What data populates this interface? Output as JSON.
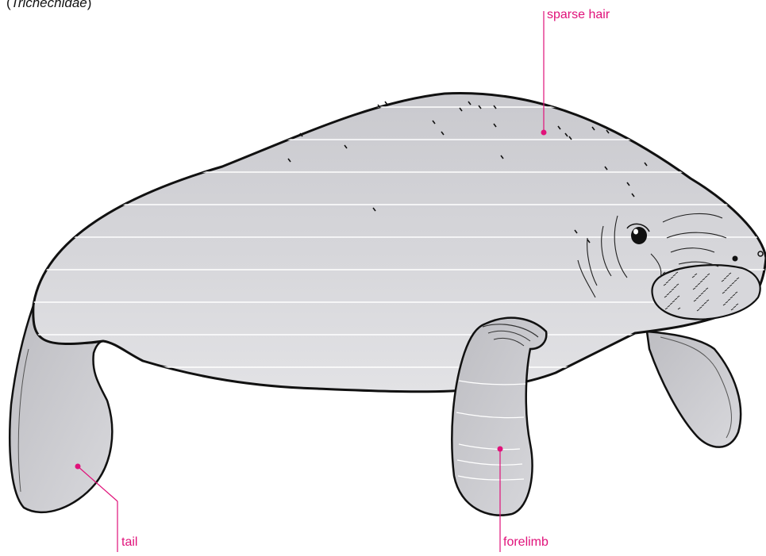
{
  "heading": {
    "open_paren": "(",
    "family": "Trichechidae",
    "close_paren": ")"
  },
  "labels": {
    "sparse_hair": "sparse hair",
    "tail": "tail",
    "forelimb": "forelimb"
  },
  "colors": {
    "label_pink": "#e0127a",
    "body_gray": "#d2d2d6",
    "outline": "#111111"
  }
}
